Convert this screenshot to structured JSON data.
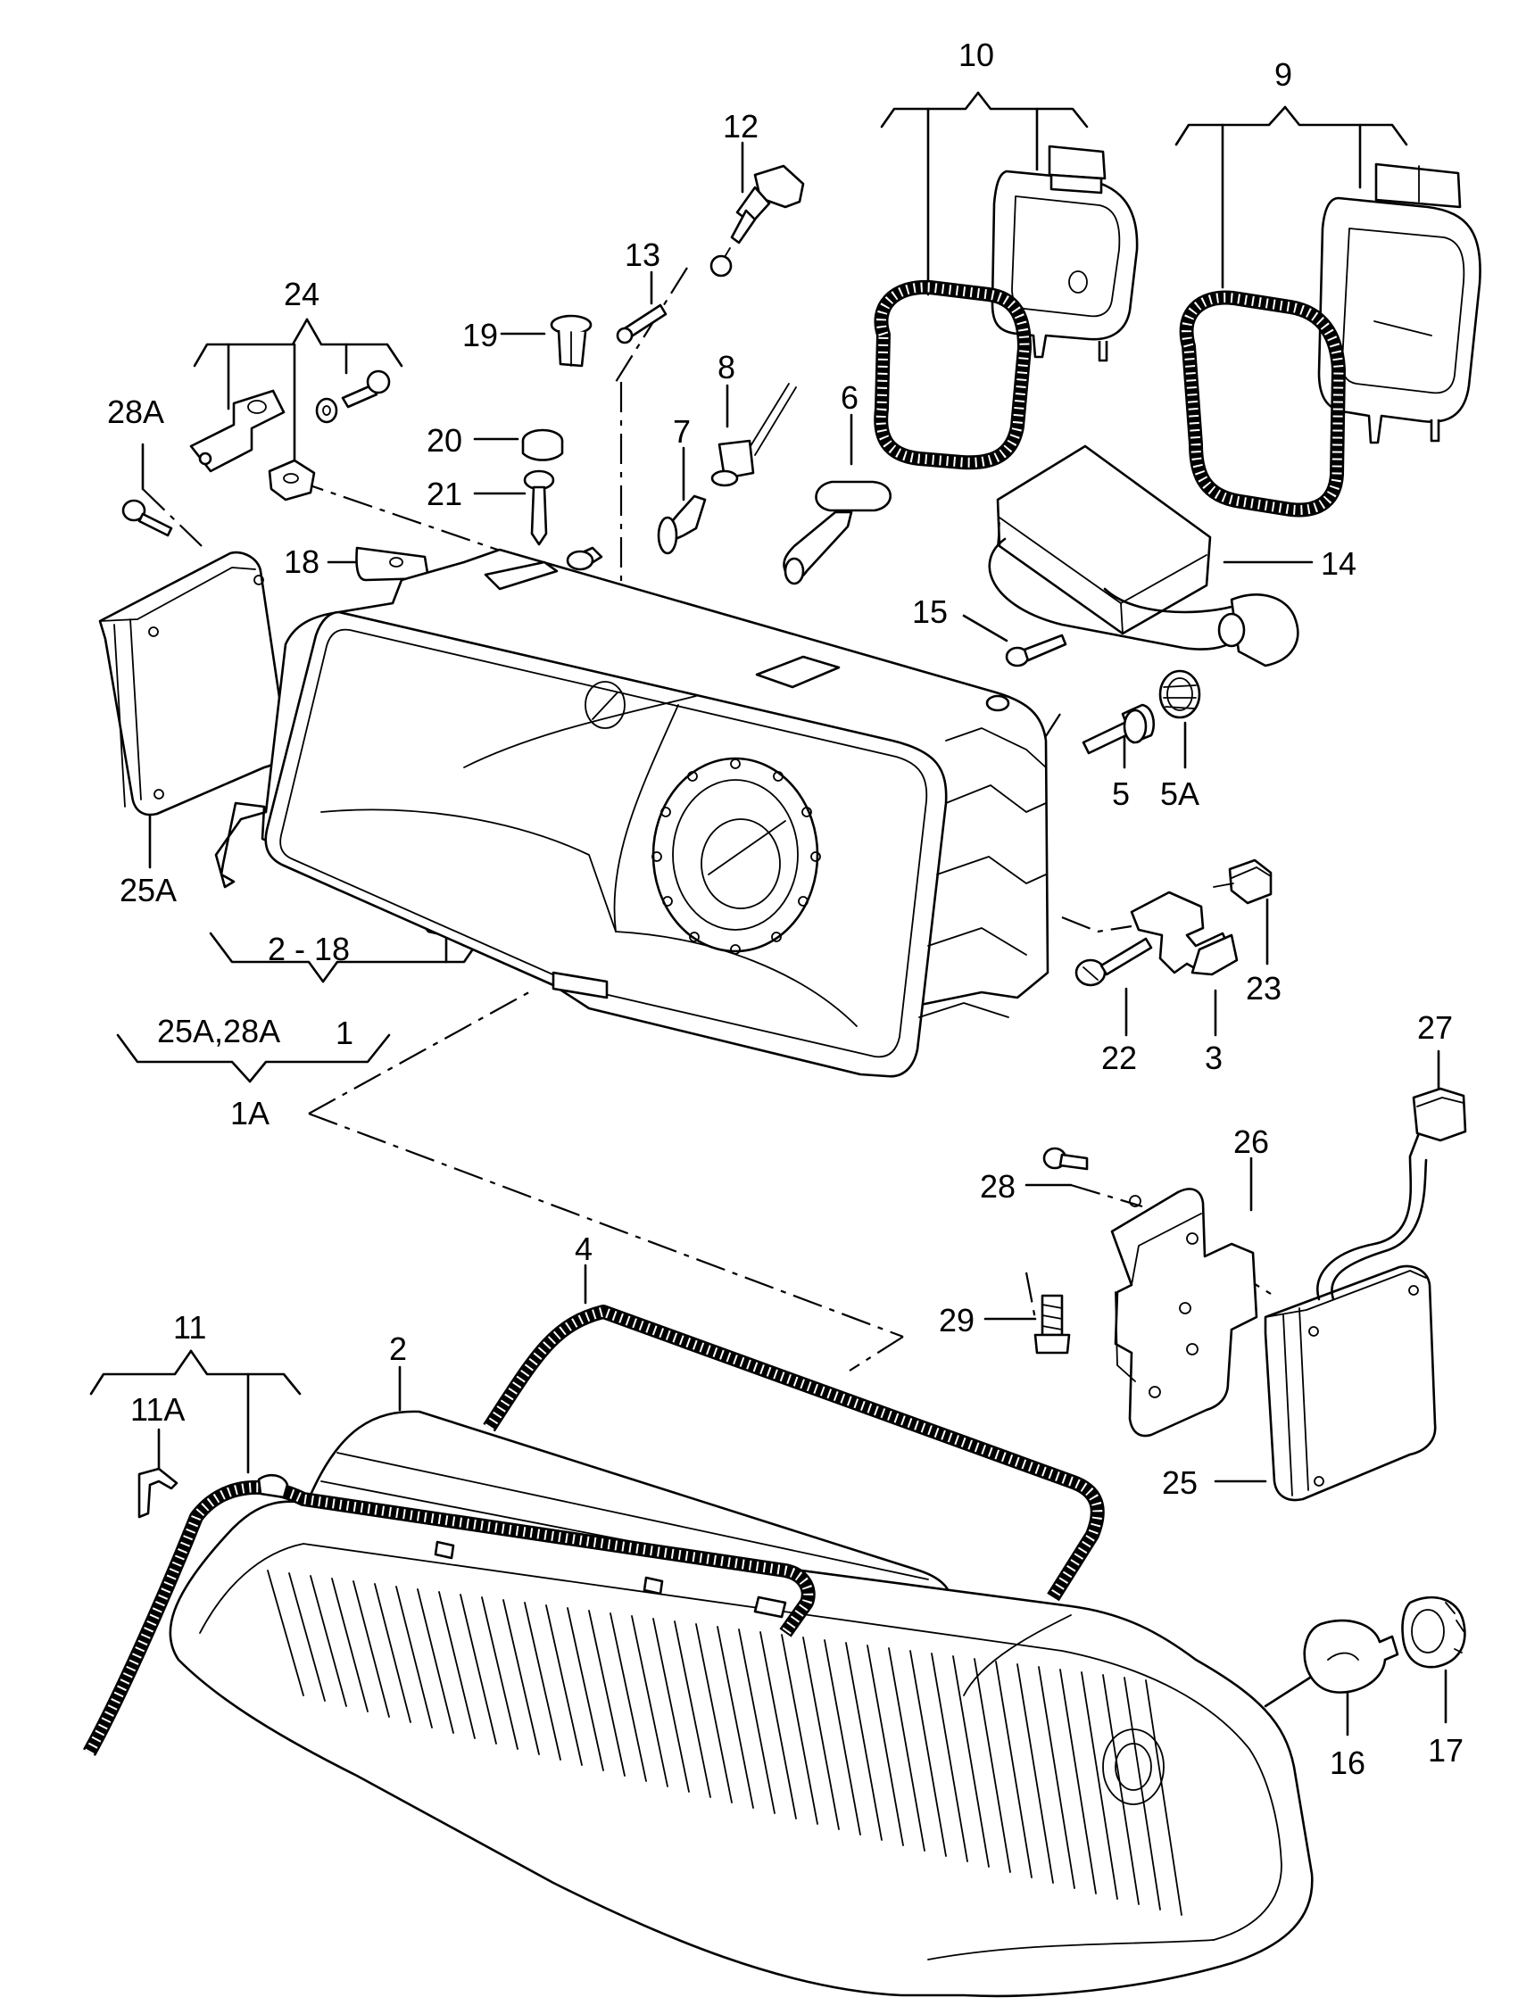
{
  "callouts": [
    {
      "id": "c10",
      "text": "10"
    },
    {
      "id": "c9",
      "text": "9"
    },
    {
      "id": "c12",
      "text": "12"
    },
    {
      "id": "c13",
      "text": "13"
    },
    {
      "id": "c19",
      "text": "19"
    },
    {
      "id": "c24",
      "text": "24"
    },
    {
      "id": "c28A",
      "text": "28A"
    },
    {
      "id": "c20",
      "text": "20"
    },
    {
      "id": "c21",
      "text": "21"
    },
    {
      "id": "c8",
      "text": "8"
    },
    {
      "id": "c7",
      "text": "7"
    },
    {
      "id": "c6",
      "text": "6"
    },
    {
      "id": "c14",
      "text": "14"
    },
    {
      "id": "c18",
      "text": "18"
    },
    {
      "id": "c15",
      "text": "15"
    },
    {
      "id": "c5",
      "text": "5"
    },
    {
      "id": "c5A",
      "text": "5A"
    },
    {
      "id": "c25A",
      "text": "25A"
    },
    {
      "id": "c2-18",
      "text": "2 - 18"
    },
    {
      "id": "c25A28A",
      "text": "25A,28A"
    },
    {
      "id": "c1",
      "text": "1"
    },
    {
      "id": "c1A",
      "text": "1A"
    },
    {
      "id": "c23",
      "text": "23"
    },
    {
      "id": "c22",
      "text": "22"
    },
    {
      "id": "c3",
      "text": "3"
    },
    {
      "id": "c27",
      "text": "27"
    },
    {
      "id": "c26",
      "text": "26"
    },
    {
      "id": "c28",
      "text": "28"
    },
    {
      "id": "c4",
      "text": "4"
    },
    {
      "id": "c11",
      "text": "11"
    },
    {
      "id": "c11A",
      "text": "11A"
    },
    {
      "id": "c2",
      "text": "2"
    },
    {
      "id": "c29",
      "text": "29"
    },
    {
      "id": "c25",
      "text": "25"
    },
    {
      "id": "c16",
      "text": "16"
    },
    {
      "id": "c17",
      "text": "17"
    }
  ]
}
